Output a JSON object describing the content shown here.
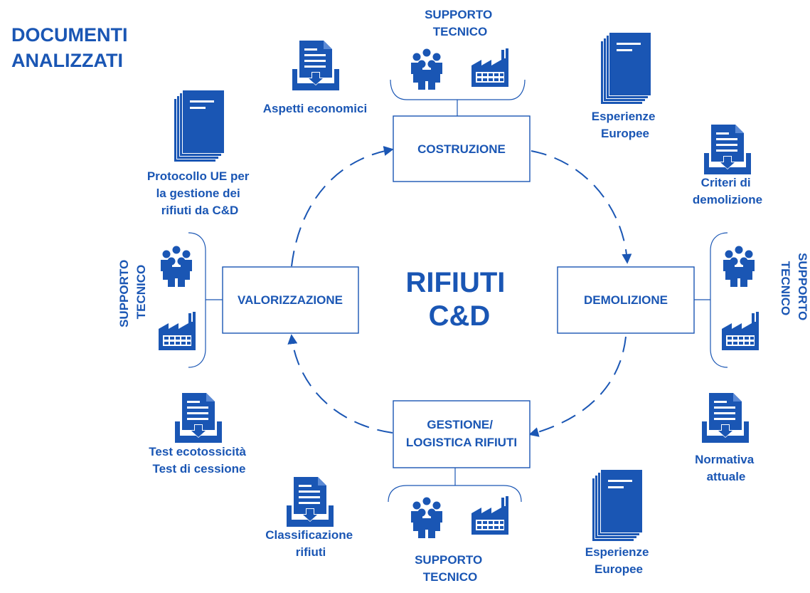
{
  "title": [
    "DOCUMENTI",
    "ANALIZZATI"
  ],
  "center": [
    "RIFIUTI",
    "C&D"
  ],
  "stages": {
    "costruzione": [
      "COSTRUZIONE"
    ],
    "demolizione": [
      "DEMOLIZIONE"
    ],
    "gestione": [
      "GESTIONE/",
      "LOGISTICA RIFIUTI"
    ],
    "valorizzazione": [
      "VALORIZZAZIONE"
    ]
  },
  "support": {
    "top": [
      "SUPPORTO",
      "TECNICO"
    ],
    "bottom": [
      "SUPPORTO",
      "TECNICO"
    ],
    "left": [
      "SUPPORTO",
      "TECNICO"
    ],
    "right": [
      "SUPPORTO",
      "TECNICO"
    ]
  },
  "documents": {
    "aspetti": [
      "Aspetti economici"
    ],
    "esperienze_top": [
      "Esperienze",
      "Europee"
    ],
    "criteri": [
      "Criteri di",
      "demolizione"
    ],
    "protocollo": [
      "Protocollo UE per",
      "la gestione dei",
      "rifiuti da C&D"
    ],
    "normativa": [
      "Normativa",
      "attuale"
    ],
    "test": [
      "Test ecotossicità",
      "Test di cessione"
    ],
    "classificazione": [
      "Classificazione",
      "rifiuti"
    ],
    "esperienze_bottom": [
      "Esperienze",
      "Europee"
    ]
  },
  "icons": [
    "document-tray-icon",
    "book-stack-icon",
    "people-group-icon",
    "factory-icon"
  ],
  "colors": {
    "primary": "#1a56b4",
    "background": "#ffffff"
  }
}
